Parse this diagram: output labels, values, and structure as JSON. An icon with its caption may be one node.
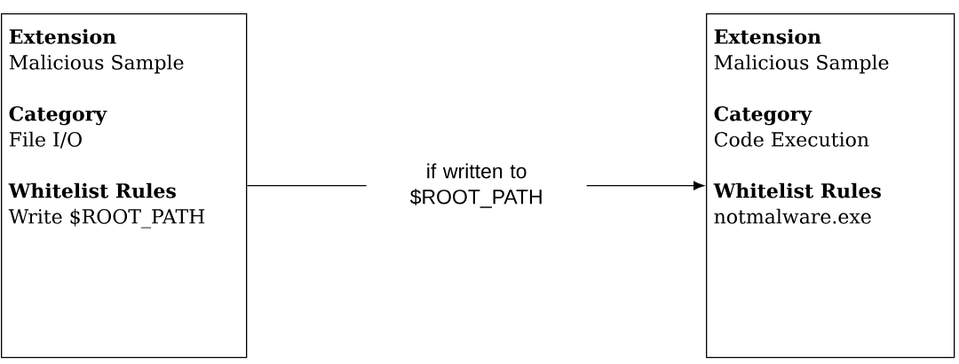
{
  "diagram": {
    "nodes": [
      {
        "text": [
          "Extension",
          "Malicious Sample",
          "Category",
          "File I/O",
          "Whitelist Rules",
          "Write $ROOT_PATH"
        ]
      },
      {
        "text": [
          "Extension",
          "Malicious Sample",
          "Category",
          "Code Execution",
          "Whitelist Rules",
          "notmalware.exe"
        ]
      }
    ],
    "edges": [
      {
        "from": 0,
        "to": 1,
        "arrow": "to",
        "label": "if written to $ROOT_PATH"
      }
    ]
  }
}
